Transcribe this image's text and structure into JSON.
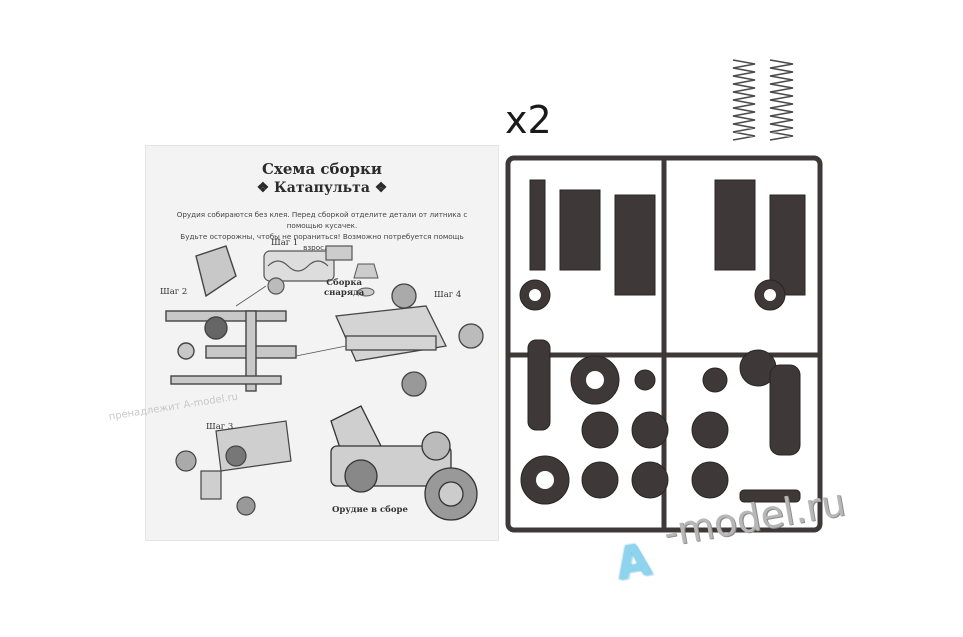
{
  "instruction_sheet": {
    "title": "Схема сборки",
    "subtitle": "Катапульта",
    "intro_line1": "Орудия собираются без клея. Перед сборкой отделите детали от литника с помощью кусачек.",
    "intro_line2": "Будьте осторожны, чтобы не пораниться! Возможно потребуется помощь взрослых.",
    "steps": [
      {
        "label": "Шаг 1"
      },
      {
        "label": "Шаг 2"
      },
      {
        "label": "Шаг 3"
      },
      {
        "label": "Шаг 4"
      }
    ],
    "projectile_label_line1": "Сборка",
    "projectile_label_line2": "снаряда",
    "assembled_label": "Орудие в сборе"
  },
  "multiplier": "x2",
  "watermarks": {
    "small": "пренадлежит A-model.ru",
    "logo": "A",
    "domain": "-model.ru"
  },
  "colors": {
    "sprue": "#3e3838",
    "sheet_bg": "#f3f3f3",
    "logo": "#8fd4ef"
  }
}
